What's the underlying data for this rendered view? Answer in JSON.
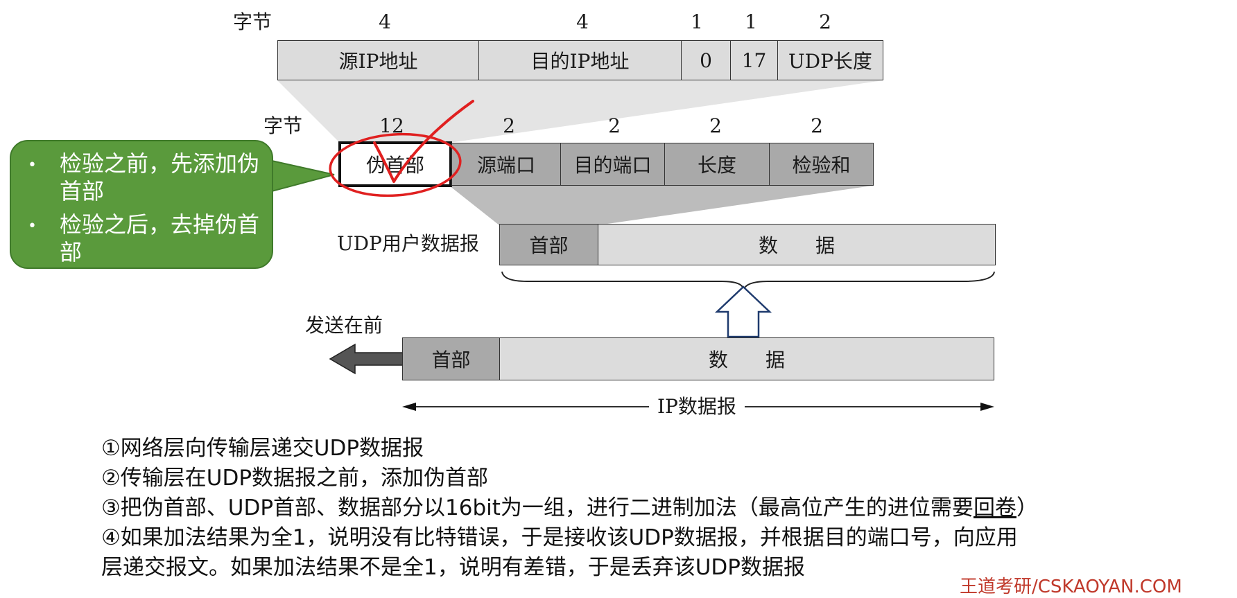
{
  "ip_header": {
    "byte_label": "字节",
    "byte_counts": [
      "4",
      "4",
      "1",
      "1",
      "2"
    ],
    "fields": [
      "源IP地址",
      "目的IP地址",
      "0",
      "17",
      "UDP长度"
    ]
  },
  "udp_header": {
    "byte_label": "字节",
    "byte_counts": [
      "12",
      "2",
      "2",
      "2",
      "2"
    ],
    "fields": [
      "伪首部",
      "源端口",
      "目的端口",
      "长度",
      "检验和"
    ]
  },
  "callout": {
    "items": [
      "检验之前，先添加伪首部",
      "检验之后，去掉伪首部"
    ]
  },
  "udp_datagram": {
    "label": "UDP用户数据报",
    "header": "首部",
    "data_chars": [
      "数",
      "据"
    ]
  },
  "ip_datagram": {
    "send_first": "发送在前",
    "header": "首部",
    "data_chars": [
      "数",
      "据"
    ],
    "label": "IP数据报"
  },
  "steps": [
    "①网络层向传输层递交UDP数据报",
    "②传输层在UDP数据报之前，添加伪首部",
    {
      "before": "③把伪首部、UDP首部、数据部分以16bit为一组，进行二进制加法（最高位产生的进位需要",
      "underlined": "回卷",
      "after": "）"
    },
    "④如果加法结果为全1，说明没有比特错误，于是接收该UDP数据报，并根据目的端口号，向应用",
    "层递交报文。如果加法结果不是全1，说明有差错，于是丢弃该UDP数据报"
  ],
  "watermark": "王道考研/CSKAOYAN.COM",
  "colors": {
    "callout_fill": "#5a9a3c",
    "cell_light": "#dcdcdc",
    "cell_mid": "#a9a9a9",
    "annotation_red": "#e02020",
    "watermark": "#c0392b"
  },
  "icons": [
    "send-arrow-icon",
    "up-hollow-arrow-icon",
    "double-arrow-icon",
    "check-mark-icon"
  ]
}
